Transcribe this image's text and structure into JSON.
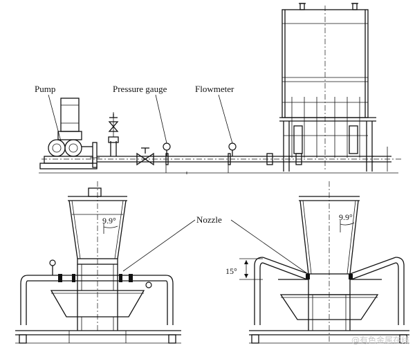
{
  "labels": {
    "pump": "Pump",
    "pressure_gauge": "Pressure gauge",
    "flowmeter": "Flowmeter",
    "nozzle": "Nozzle",
    "angle_left": "9.9°",
    "angle_right": "9.9°",
    "angle_nozzle": "15°"
  },
  "watermark": "@有色金属在线"
}
